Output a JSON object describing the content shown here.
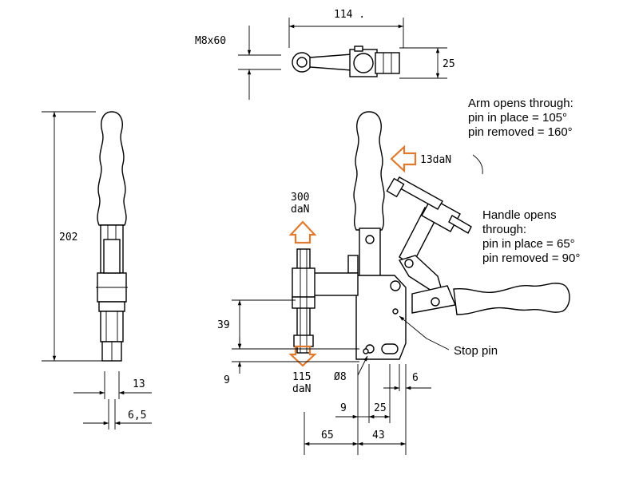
{
  "top_view": {
    "bolt_label": "M8x60",
    "width_label": "114 .",
    "height_label": "25"
  },
  "side_view": {
    "height_label": "202",
    "dim_13": "13",
    "dim_6_5": "6,5"
  },
  "front_view": {
    "force_up_value": "300",
    "force_up_unit": "daN",
    "force_down_value": "115",
    "force_down_unit": "daN",
    "force_side_value": "13daN",
    "dim_39": "39",
    "dim_9_left": "9",
    "dim_hole": "Ø8",
    "dim_6": "6",
    "dim_9_bottom": "9",
    "dim_25": "25",
    "dim_65": "65",
    "dim_43": "43",
    "stop_pin_label": "Stop pin"
  },
  "notes": {
    "arm": [
      "Arm opens through:",
      "pin in place = 105°",
      "pin removed = 160°"
    ],
    "handle": [
      "Handle opens",
      "through:",
      "pin in place = 65°",
      "pin removed = 90°"
    ]
  },
  "colors": {
    "force_arrow": "#e07a2e",
    "line": "#000000"
  }
}
